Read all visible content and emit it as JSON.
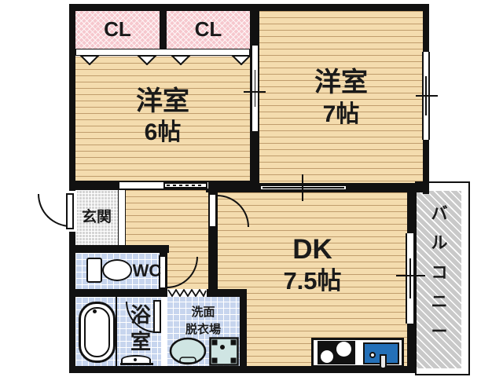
{
  "rooms": {
    "closet_left": {
      "label": "CL"
    },
    "closet_right": {
      "label": "CL"
    },
    "bedroom_left": {
      "name": "洋室",
      "size": "6帖"
    },
    "bedroom_right": {
      "name": "洋室",
      "size": "7帖"
    },
    "entrance": {
      "label": "玄関"
    },
    "toilet": {
      "label": "WC"
    },
    "bathroom": {
      "chars": [
        "浴",
        "室"
      ]
    },
    "washroom": {
      "line1": "洗面",
      "line2": "脱衣場"
    },
    "dining_kitchen": {
      "name": "DK",
      "size": "7.5帖"
    },
    "balcony": {
      "chars": [
        "バ",
        "ル",
        "コ",
        "ニ",
        "ー"
      ]
    }
  },
  "colors": {
    "wall": "#111111",
    "wood_floor": "#f4dcae",
    "closet_pink": "#f6c8ce",
    "wet_area_tile": "#c7d5ee",
    "entrance_gray": "#d5d5d5",
    "balcony_gray": "#c9c9c9",
    "kitchen_sink_blue": "#2470b8",
    "fixture_teal": "#cfe5e3"
  }
}
